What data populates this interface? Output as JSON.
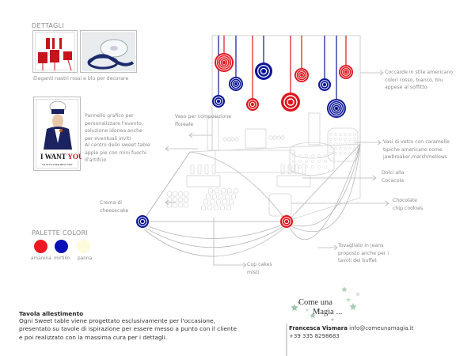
{
  "details": {
    "heading": "DETTAGLI",
    "caption": "Eleganti nastri rossi e blu per decorare",
    "images": [
      {
        "name": "red-ribbons-photo",
        "desc": "Red ribbon spools"
      },
      {
        "name": "blue-ribbon-photo",
        "desc": "Blue satin ribbon spool"
      }
    ]
  },
  "poster": {
    "headline_black": "I WANT ",
    "headline_red": "YOU",
    "subline": "TO GIVE YOUR BEST GIFT",
    "description": "Pannello grafico per\npersonalizzare l'evento,\nsoluzione idonea anche\nper eventuali inviti",
    "centerpiece": "Al centro dello sweet table\napple pie con mini fuochi\nd'artifcio"
  },
  "annotations": {
    "vase": "Vaso per composizione\nfloreale",
    "cockades": "Coccarde in stile americano\ncolori rosso, bianco, blu\nappese al soffitto",
    "jars": "Vasi di vetro con caramelle\ntipiche americane come\njawbreaker,marshmellows",
    "coca": "Dolci alla\nCocacola",
    "cookies": "Chocolate\nchip cookies",
    "cheesecake": "Crema di\ncheesecake",
    "tablecloth": "Tovagliato in jeans\nproposto anche per i\ntavoli dei buffet",
    "cupcakes": "Cup cakes\nmisti"
  },
  "palette": {
    "heading": "PALETTE COLORI",
    "colors": [
      {
        "label": "amarena",
        "hex": "#f01820"
      },
      {
        "label": "mirtillo",
        "hex": "#0a10b8"
      },
      {
        "label": "panna",
        "hex": "#fdfbdc"
      }
    ]
  },
  "colors": {
    "red": "#e0141c",
    "blue": "#0c1696",
    "line": "#b8b8b8",
    "sketch": "#cfcfcf",
    "star": "#8fbfa0"
  },
  "footer": {
    "title": "Tavola allestimento",
    "text": "Ogni Sweet table viene progettato esclusivamente per l'occasione,\npresentato su tavole di ispirazione per essere messo a punto con il cliente\ne poi realizzato con la massima cura per i dettagli."
  },
  "brand": {
    "logo_line1": "Come una",
    "logo_line2": "Magia ...",
    "name": "Francesca Vismara",
    "email": "info@comeunamagia.it",
    "phone": "+39 335 8298683"
  },
  "cockades": [
    {
      "color": "blue",
      "rings": 2
    },
    {
      "color": "red",
      "rings": 4
    },
    {
      "color": "blue",
      "rings": 3
    },
    {
      "color": "red",
      "rings": 2
    },
    {
      "color": "blue",
      "rings": 2
    },
    {
      "color": "red",
      "rings": 2
    },
    {
      "color": "red",
      "rings": 3
    },
    {
      "color": "blue",
      "rings": 2
    },
    {
      "color": "blue",
      "rings": 4
    },
    {
      "color": "red",
      "rings": 3
    }
  ]
}
